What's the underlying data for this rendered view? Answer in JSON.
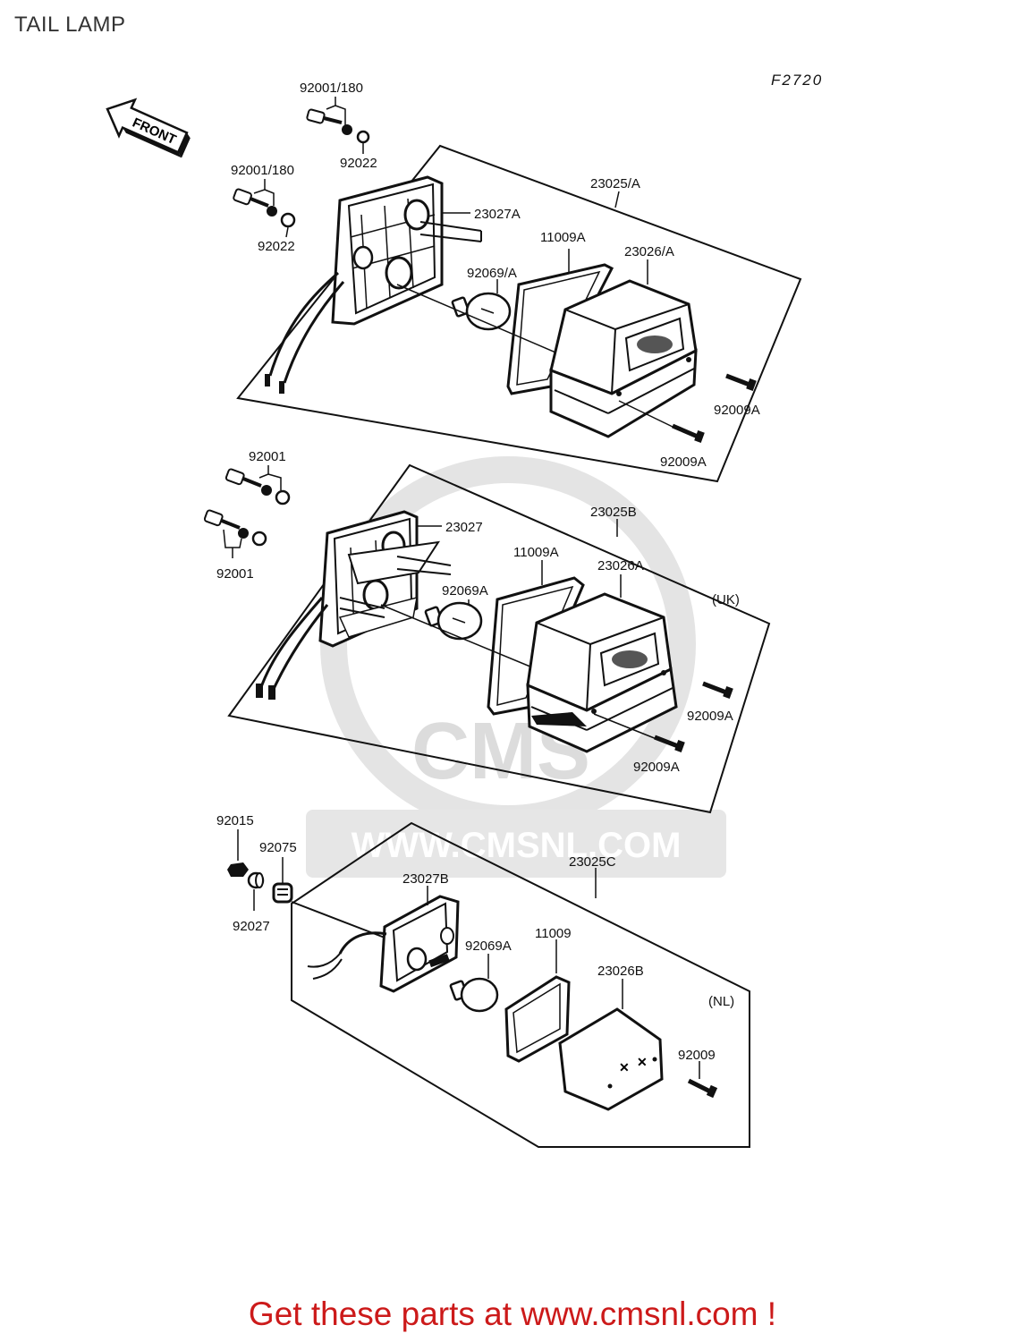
{
  "title": "TAIL LAMP",
  "figure_code": "F2720",
  "front_label": "FRONT",
  "watermark": {
    "logo": "CMS",
    "url": "WWW.CMSNL.COM"
  },
  "footer": "Get these parts at www.cmsnl.com !",
  "colors": {
    "footer": "#cc1a1a",
    "lines": "#111111",
    "watermark": "#dcdcdc"
  },
  "sections": [
    {
      "region": "",
      "labels": {
        "bolt_top": "92001/180",
        "washer_top": "92022",
        "bolt_mid": "92001/180",
        "washer_mid": "92022",
        "assembly": "23025/A",
        "housing": "23027A",
        "gasket": "11009A",
        "lens": "23026/A",
        "bulb": "92069/A",
        "screw_right": "92009A",
        "screw_bottom": "92009A"
      }
    },
    {
      "region": "(UK)",
      "labels": {
        "bolt_top": "92001",
        "bolt_mid": "92001",
        "assembly": "23025B",
        "housing": "23027",
        "gasket": "11009A",
        "lens": "23026A",
        "bulb": "92069A",
        "screw_right": "92009A",
        "screw_bottom": "92009A"
      }
    },
    {
      "region": "(NL)",
      "labels": {
        "nut": "92015",
        "collar": "92075",
        "washer": "92027",
        "assembly": "23025C",
        "housing": "23027B",
        "bulb": "92069A",
        "gasket": "11009",
        "lens": "23026B",
        "screw": "92009"
      }
    }
  ]
}
